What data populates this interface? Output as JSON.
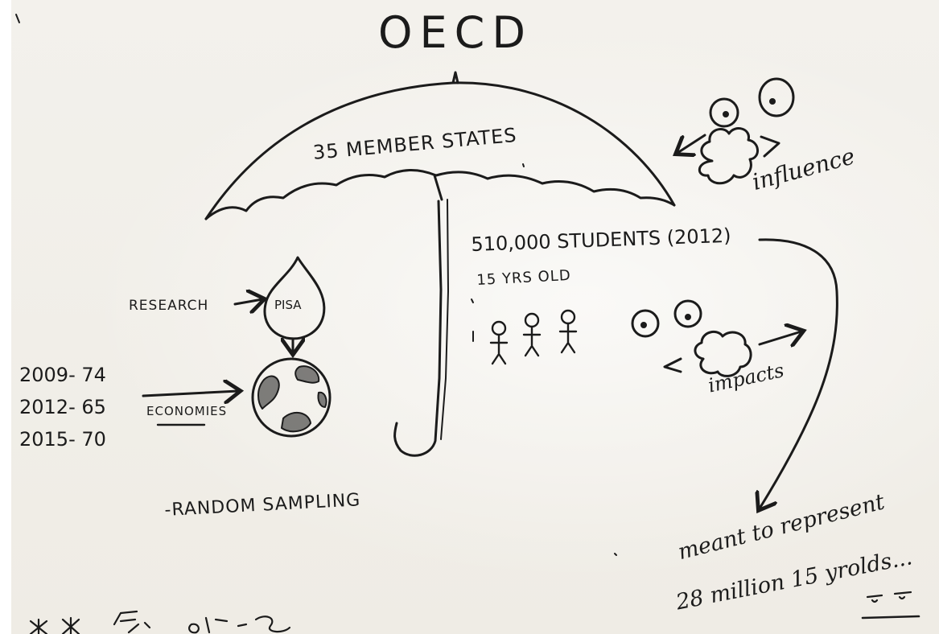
{
  "header": {
    "title": "OECD"
  },
  "umbrella": {
    "label": "35 MEMBER STATES"
  },
  "influence": {
    "label": "influence"
  },
  "pisa": {
    "label": "PISA",
    "research_label": "RESEARCH"
  },
  "economies": {
    "label": "ECONOMIES",
    "years": [
      {
        "text": "2009- 74"
      },
      {
        "text": "2012- 65"
      },
      {
        "text": "2015- 70"
      }
    ]
  },
  "students": {
    "line1": "510,000 STUDENTS (2012)",
    "line2": "15 YRS OLD"
  },
  "impacts": {
    "label": "impacts"
  },
  "sampling": {
    "label": "-RANDOM SAMPLING"
  },
  "represent": {
    "line1": "meant to represent",
    "line2": "28 million 15 yrolds..."
  },
  "colors": {
    "ink": "#1b1b1b",
    "board": "#f1efe9"
  }
}
